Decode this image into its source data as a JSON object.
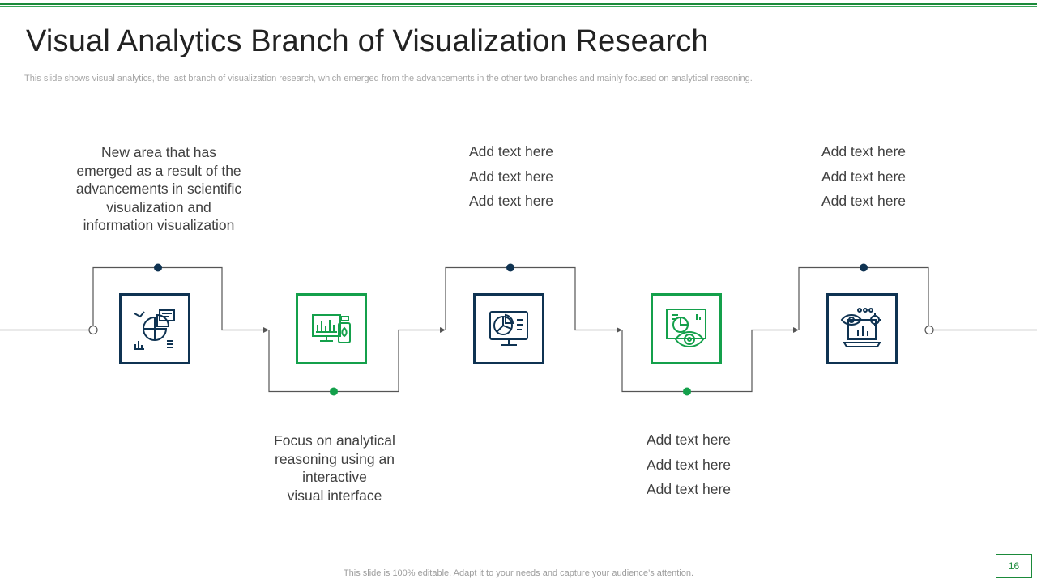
{
  "slide": {
    "title": "Visual Analytics Branch of Visualization Research",
    "subtitle": "This slide shows visual analytics, the last branch of visualization research, which emerged from the advancements in the other two branches and mainly focused on analytical reasoning.",
    "footer": "This slide is 100% editable. Adapt it to your needs and capture your audience’s attention.",
    "page_number": "16"
  },
  "colors": {
    "navy": "#0f3352",
    "green": "#14a04b",
    "line": "#555555"
  },
  "steps": [
    {
      "icon": "chart-analysis-icon",
      "accent": "navy",
      "position": "top",
      "lines": [
        "New area that has",
        "emerged as a result of the",
        "advancements in scientific",
        "visualization and",
        "information visualization"
      ]
    },
    {
      "icon": "monitor-dashboard-icon",
      "accent": "green",
      "position": "bottom",
      "lines": [
        "Focus on analytical",
        "reasoning using an",
        "interactive",
        "visual interface"
      ]
    },
    {
      "icon": "pie-chart-monitor-icon",
      "accent": "navy",
      "position": "top",
      "lines": [
        "Add text here",
        "Add text here",
        "Add text here"
      ]
    },
    {
      "icon": "eye-analytics-icon",
      "accent": "green",
      "position": "bottom",
      "lines": [
        "Add text here",
        "Add text here",
        "Add text here"
      ]
    },
    {
      "icon": "laptop-eye-gear-icon",
      "accent": "navy",
      "position": "top",
      "lines": [
        "Add text here",
        "Add text here",
        "Add text here"
      ]
    }
  ]
}
